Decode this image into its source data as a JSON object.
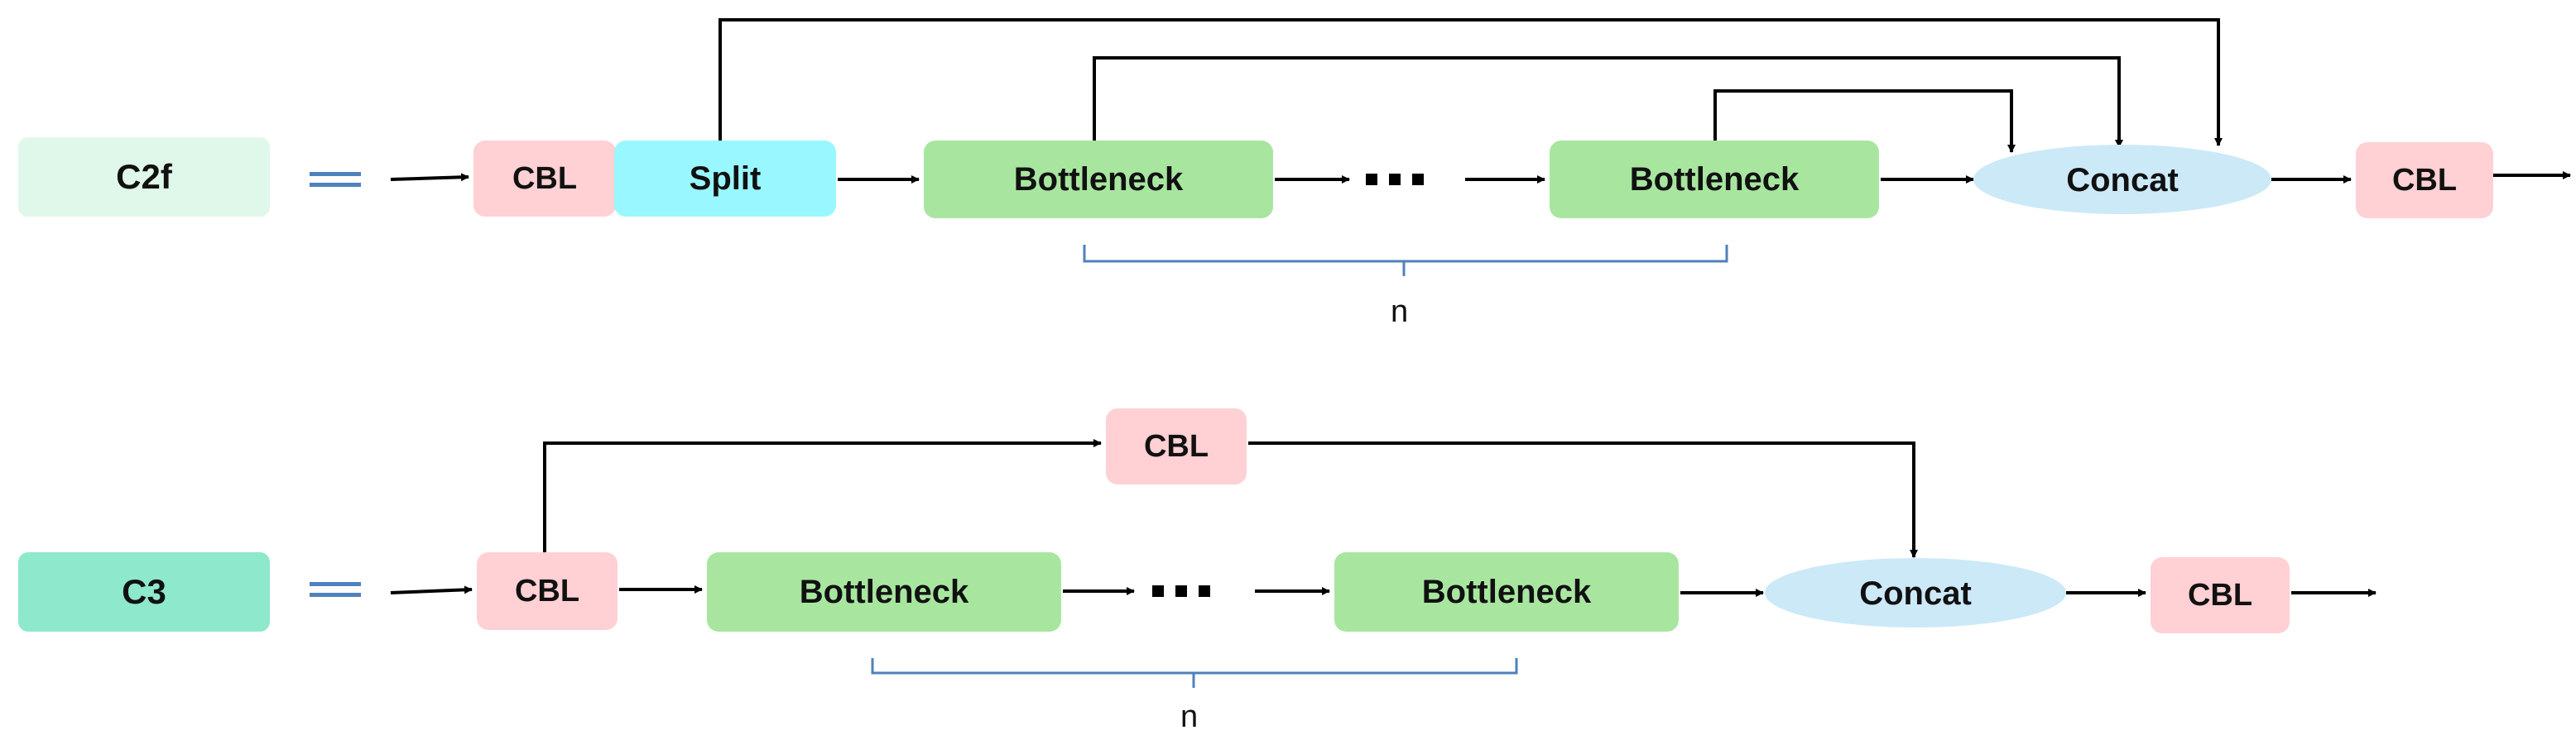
{
  "colors": {
    "c2f_label": "#dff8ea",
    "c3_label": "#8ee8cc",
    "cbl": "#ffd0d4",
    "split": "#99f7ff",
    "bottleneck": "#a8e6a0",
    "concat": "#cce9f8",
    "equals": "#4f81bd",
    "brace": "#4f81bd",
    "arrow": "#000000"
  },
  "top": {
    "module_label": "C2f",
    "cbl_in": "CBL",
    "split": "Split",
    "bottleneck_first": "Bottleneck",
    "bottleneck_last": "Bottleneck",
    "concat": "Concat",
    "cbl_out": "CBL",
    "repeat_label": "n"
  },
  "bottom": {
    "module_label": "C3",
    "cbl_in": "CBL",
    "cbl_branch": "CBL",
    "bottleneck_first": "Bottleneck",
    "bottleneck_last": "Bottleneck",
    "concat": "Concat",
    "cbl_out": "CBL",
    "repeat_label": "n"
  }
}
